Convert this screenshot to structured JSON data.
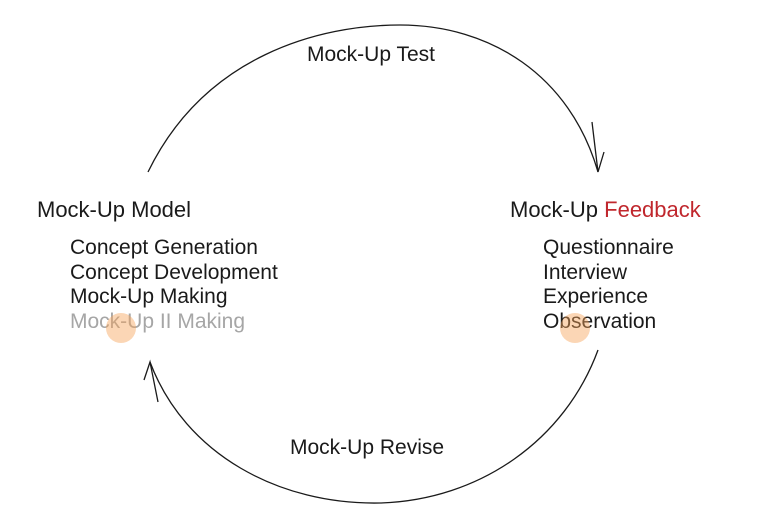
{
  "cycle": {
    "top_label": "Mock-Up Test",
    "bottom_label": "Mock-Up Revise"
  },
  "model": {
    "heading": "Mock-Up Model",
    "items": [
      "Concept Generation",
      "Concept Development",
      "Mock-Up Making",
      "Mock-Up II Making"
    ]
  },
  "feedback": {
    "heading_prefix": "Mock-Up",
    "heading_highlight": "Feedback",
    "items": [
      "Questionnaire",
      "Interview",
      "Experience",
      "Observation"
    ]
  },
  "colors": {
    "text": "#1a1a1a",
    "highlight": "#c0272d",
    "muted_item": "#a6a6a6",
    "watermark": "#f6a35c"
  }
}
